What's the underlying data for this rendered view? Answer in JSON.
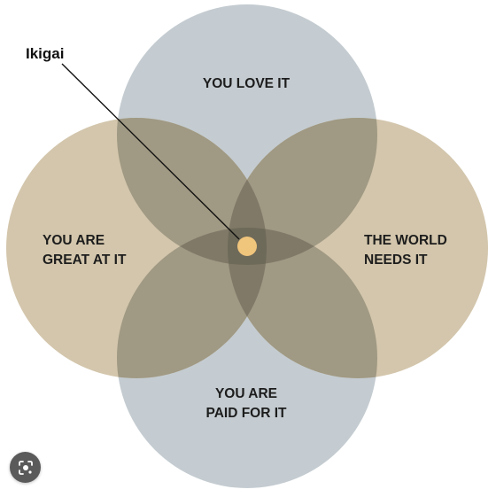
{
  "diagram": {
    "callout": {
      "label": "Ikigai"
    },
    "circles": {
      "top": {
        "lines": [
          "YOU LOVE IT"
        ],
        "color": "#c4ccd1"
      },
      "left": {
        "lines": [
          "YOU ARE",
          "GREAT AT IT"
        ],
        "color": "#d3c6ac"
      },
      "right": {
        "lines": [
          "THE WORLD",
          "NEEDS IT"
        ],
        "color": "#d3c6ac"
      },
      "bottom": {
        "lines": [
          "YOU ARE",
          "PAID FOR IT"
        ],
        "color": "#c4ccd1"
      }
    },
    "center_dot_color": "#f0c57c",
    "overlap_color": "#8f8873"
  },
  "overlay": {
    "lens_icon": "camera-search-icon"
  }
}
